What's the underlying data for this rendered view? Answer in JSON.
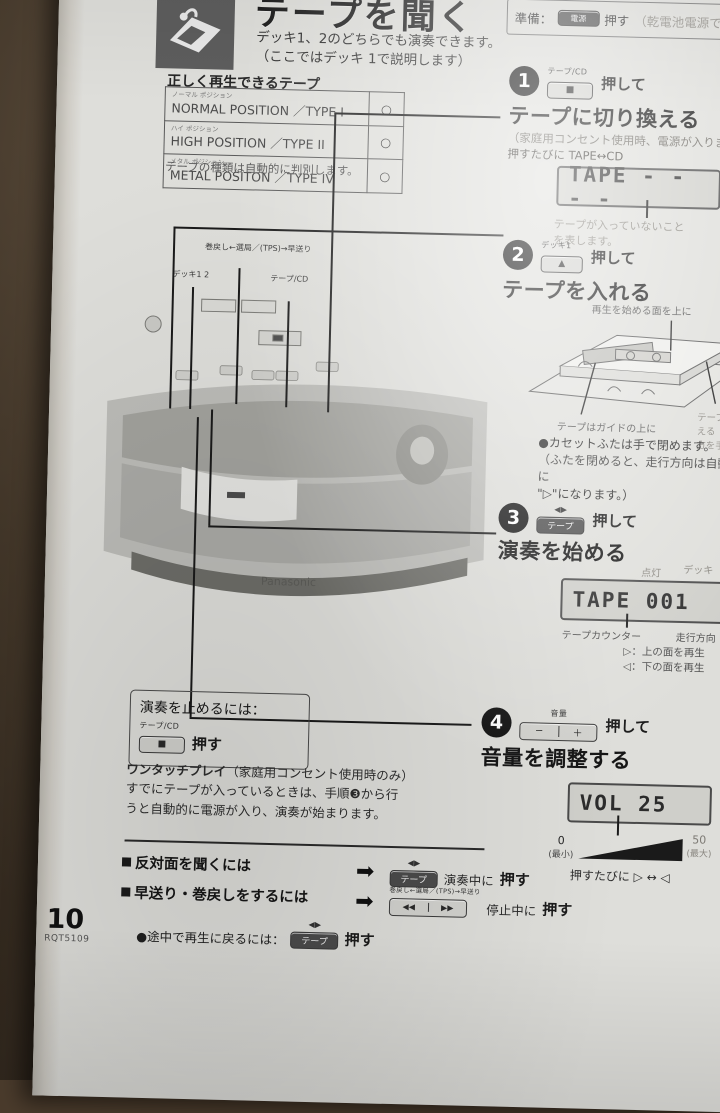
{
  "page": {
    "number": "10",
    "code": "RQT5109"
  },
  "header": {
    "icon": "cassette-deck-icon",
    "title": "テープを聞く",
    "subtitle_line1": "デッキ1、2のどちらでも演奏できます。",
    "subtitle_line2": "（ここではデッキ 1で説明します）"
  },
  "prep": {
    "label": "準備：",
    "key": "電源",
    "action": "押す",
    "note": "（乾電池電源では…"
  },
  "tape_table": {
    "caption": "正しく再生できるテープ",
    "rows": [
      {
        "ruby": "ノーマル ポジション",
        "name": "NORMAL POSITION",
        "type": "／TYPE I",
        "mark": "○"
      },
      {
        "ruby": "ハイ ポジション",
        "name": "HIGH POSITION",
        "type": "／TYPE II",
        "mark": "○"
      },
      {
        "ruby": "メタル ポジション",
        "name": "METAL POSITON",
        "type": "／TYPE IV",
        "mark": "○"
      }
    ],
    "note": "テープの種類は自動的に判別します。"
  },
  "device": {
    "brand": "Panasonic",
    "callouts": [
      {
        "name": "deck-selector",
        "label": "デッキ1 2"
      },
      {
        "name": "skip-buttons",
        "label": "巻戻し←選局／(TPS)→早送り"
      },
      {
        "name": "tape-cd-button",
        "label": "テープ/CD"
      }
    ]
  },
  "steps": [
    {
      "num": "1",
      "key_label": "テープ/CD",
      "key_glyph": "■",
      "press": "押して",
      "main": "テープに切り換える",
      "sub_line1": "（家庭用コンセント使用時、電源が入ります）",
      "sub_line2": "押すたびに  TAPE↔CD",
      "lcd": "TAPE  - - - -",
      "lcd_note_line1": "テープが入っていないこと",
      "lcd_note_line2": "を表します。"
    },
    {
      "num": "2",
      "key_label": "デッキ1",
      "key_glyph": "▲",
      "press": "押して",
      "main": "テープを入れる",
      "diagram_label_top": "再生を始める面を上に",
      "diagram_label_left": "テープはガイドの上に",
      "diagram_label_right_line1": "テープが見える",
      "diagram_label_right_line2": "方を手前に",
      "note_line1": "●カセットふたは手で閉めます。",
      "note_line2": "（ふたを閉めると、走行方向は自動的に",
      "note_line3": "\"▷\"になります。）"
    },
    {
      "num": "3",
      "key_label": "◀▶",
      "key_glyph": "テープ",
      "press": "押して",
      "main": "演奏を始める",
      "lcd": "TAPE 001",
      "lcd_label_left": "点灯",
      "lcd_label_right": "デッキ",
      "counter_label": "テープカウンター",
      "direction_label": "走行方向",
      "dir_note1": "▷：上の面を再生",
      "dir_note2": "◁：下の面を再生"
    },
    {
      "num": "4",
      "key_label": "音量",
      "key_minus": "−",
      "key_plus": "＋",
      "press": "押して",
      "main": "音量を調整する",
      "lcd": "VOL 25",
      "scale_min": "0",
      "scale_min_note": "(最小)",
      "scale_max": "50",
      "scale_max_note": "(最大)"
    }
  ],
  "stop_box": {
    "title": "演奏を止めるには：",
    "key_label": "テープ/CD",
    "key_glyph": "■",
    "action": "押す"
  },
  "one_touch": {
    "title": "ワンタッチプレイ",
    "paren": "（家庭用コンセント使用時のみ）",
    "line2": "すでにテープが入っているときは、手順❸から行",
    "line3": "うと自動的に電源が入り、演奏が始まります。"
  },
  "bottom_rows": [
    {
      "label": "反対面を聞くには",
      "key_top": "◀▶",
      "key_glyph": "テープ",
      "action_prefix": "演奏中に",
      "action": "押す",
      "extra": "押すたびに ▷ ↔ ◁"
    },
    {
      "label": "早送り・巻戻しをするには",
      "key_label": "巻戻し←選局／(TPS)→早送り",
      "key_glyph_left": "◀◀",
      "key_glyph_right": "▶▶",
      "action_prefix": "停止中に",
      "action": "押す"
    }
  ],
  "resume_note": {
    "bullet": "●途中で再生に戻るには：",
    "key_top": "◀▶",
    "key_glyph": "テープ",
    "action": "押す"
  }
}
